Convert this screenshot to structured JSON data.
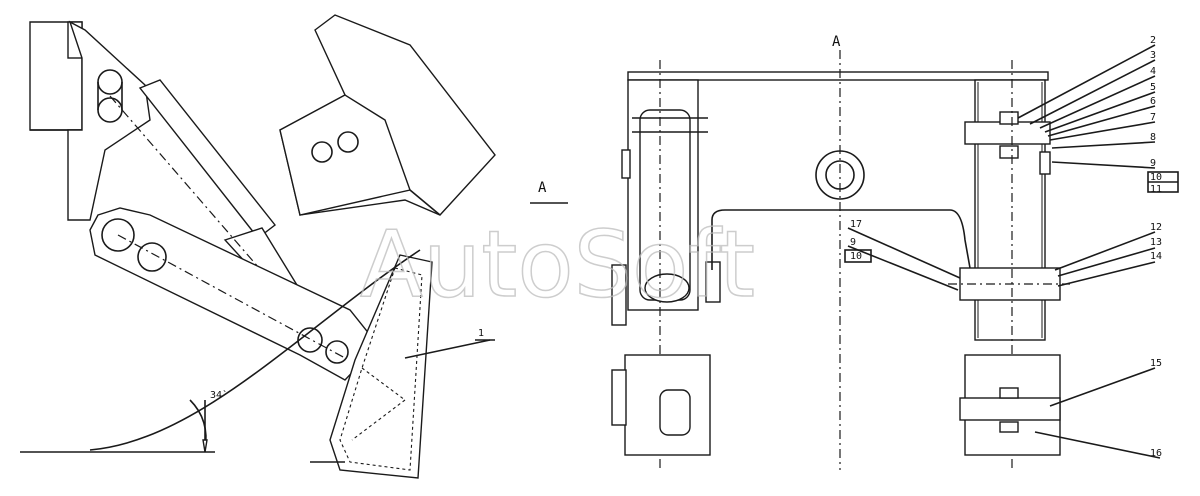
{
  "watermark": "AutoSoft",
  "view_label": "A",
  "section_label": "A",
  "angle_label": "34`",
  "part_label_left": "1",
  "callouts": [
    "2",
    "3",
    "4",
    "5",
    "6",
    "7",
    "8",
    "9",
    "10",
    "11",
    "12",
    "13",
    "14",
    "15",
    "16"
  ],
  "callouts_mid": [
    "17",
    "9",
    "10"
  ],
  "colors": {
    "ink": "#1a1a1a",
    "watermark": "#bdbdbd",
    "paper": "#ffffff"
  }
}
